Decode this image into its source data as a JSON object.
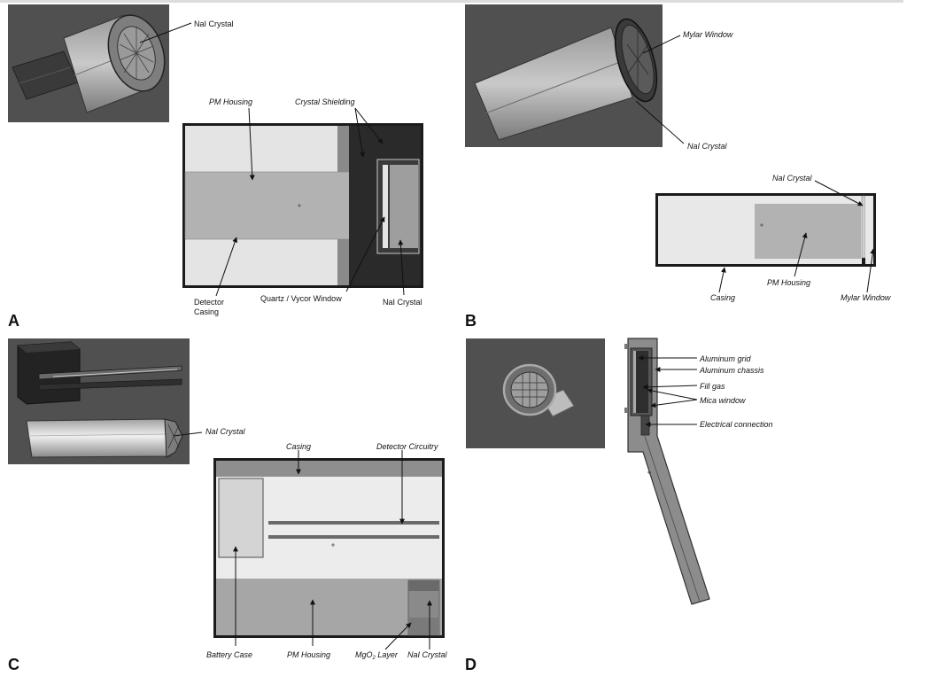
{
  "panels": {
    "A": {
      "letter": "A",
      "render_labels": {
        "crystal": "NaI Crystal"
      },
      "schematic_labels": {
        "pm_housing": "PM Housing",
        "crystal_shielding": "Crystal Shielding",
        "detector": "Detector",
        "casing": "Casing",
        "window": "Quartz / Vycor Window",
        "crystal": "NaI Crystal"
      }
    },
    "B": {
      "letter": "B",
      "render_labels": {
        "window": "Mylar Window",
        "crystal": "NaI Crystal"
      },
      "schematic_labels": {
        "crystal": "NaI Crystal",
        "pm_housing": "PM Housing",
        "casing": "Casing",
        "window": "Mylar Window"
      }
    },
    "C": {
      "letter": "C",
      "render_labels": {
        "crystal": "NaI Crystal"
      },
      "schematic_labels": {
        "casing": "Casing",
        "circuitry": "Detector Circuitry",
        "battery": "Battery Case",
        "pm_housing": "PM Housing",
        "mgo_prefix": "MgO",
        "mgo_sub": "2",
        "mgo_suffix": " Layer",
        "crystal": "NaI Crystal"
      }
    },
    "D": {
      "letter": "D",
      "schematic_labels": {
        "grid": "Aluminum grid",
        "chassis": "Aluminum chassis",
        "fill_gas": "Fill gas",
        "mica": "Mica window",
        "electrical": "Electrical connection"
      }
    }
  },
  "colors": {
    "render_bg": "#505050",
    "casing_dark": "#1b1b1b",
    "light_fill": "#e4e4e4",
    "mid_fill": "#b2b2b2",
    "dark_fill": "#2e2e2e"
  }
}
